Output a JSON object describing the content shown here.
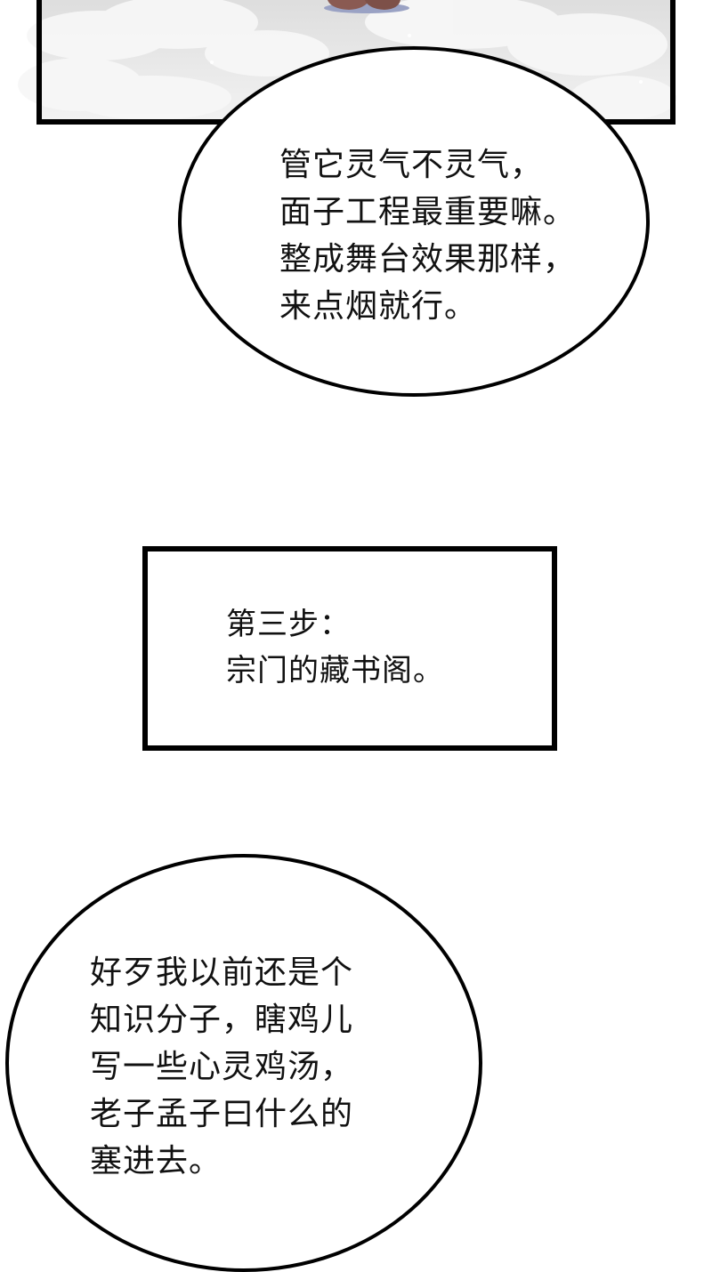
{
  "bubble_1": {
    "lines": [
      "管它灵气不灵气，",
      "面子工程最重要嘛。",
      "整成舞台效果那样，",
      "来点烟就行。"
    ]
  },
  "caption_box": {
    "lines": [
      "第三步：",
      "宗门的藏书阁。"
    ]
  },
  "bubble_2": {
    "lines": [
      "好歹我以前还是个",
      "知识分子，瞎鸡儿",
      "写一些心灵鸡汤，",
      "老子孟子曰什么的",
      "塞进去。"
    ]
  }
}
